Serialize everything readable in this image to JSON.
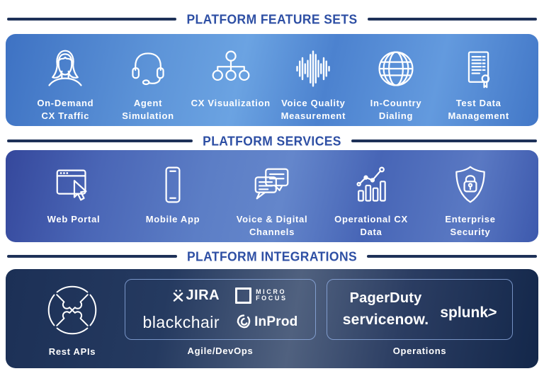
{
  "headers": {
    "features": "PLATFORM FEATURE SETS",
    "services": "PLATFORM SERVICES",
    "integrations": "PLATFORM INTEGRATIONS"
  },
  "features": {
    "items": [
      {
        "icon": "woman-user-icon",
        "label": "On-Demand\nCX Traffic"
      },
      {
        "icon": "headset-icon",
        "label": "Agent\nSimulation"
      },
      {
        "icon": "org-chart-icon",
        "label": "CX Visualization"
      },
      {
        "icon": "waveform-icon",
        "label": "Voice Quality\nMeasurement"
      },
      {
        "icon": "globe-icon",
        "label": "In-Country\nDialing"
      },
      {
        "icon": "certified-document-icon",
        "label": "Test Data\nManagement"
      }
    ]
  },
  "services": {
    "items": [
      {
        "icon": "browser-cursor-icon",
        "label": "Web Portal"
      },
      {
        "icon": "smartphone-icon",
        "label": "Mobile App"
      },
      {
        "icon": "chat-bubbles-icon",
        "label": "Voice & Digital\nChannels"
      },
      {
        "icon": "bar-chart-icon",
        "label": "Operational CX\nData"
      },
      {
        "icon": "shield-lock-icon",
        "label": "Enterprise\nSecurity"
      }
    ]
  },
  "integrations": {
    "rest_apis": {
      "icon": "puzzle-circle-icon",
      "label": "Rest APIs"
    },
    "agile": {
      "label": "Agile/DevOps",
      "jira_text": "JIRA",
      "microfocus_line1": "MICRO",
      "microfocus_line2": "FOCUS",
      "blackchair_text": "blackchair",
      "inprod_text": "InProd"
    },
    "operations": {
      "label": "Operations",
      "pagerduty_text": "PagerDuty",
      "servicenow_text": "servicenow.",
      "splunk_text": "splunk",
      "splunk_chevron": ">"
    }
  },
  "colors": {
    "header_text": "#2e4fa4",
    "header_line": "#1e3158",
    "band_features_blue": "#5d94d8",
    "band_services_blue": "#4a66b6",
    "band_integrations_navy": "#1c3056",
    "icon_stroke": "#ffffff",
    "logo_box_border": "#96b4eb"
  }
}
